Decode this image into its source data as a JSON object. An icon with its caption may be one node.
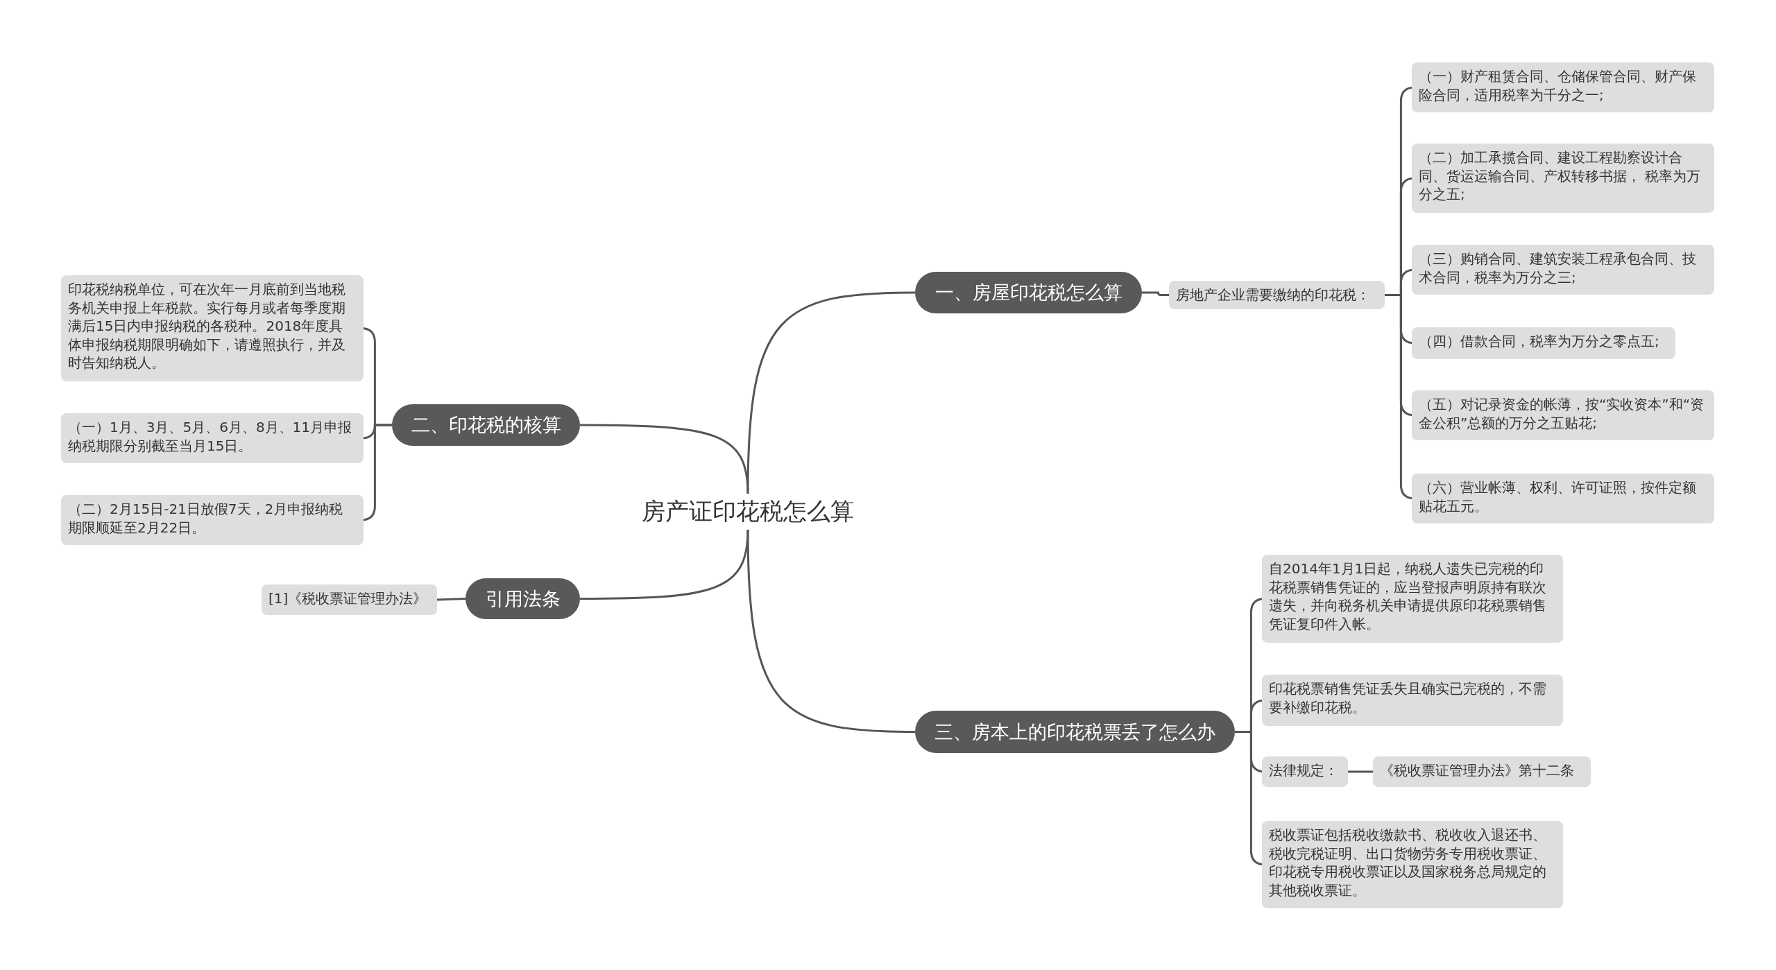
{
  "diagram": {
    "nodes": [
      {
        "text": [
          "房产证印花税怎么算"
        ]
      },
      {
        "text": [
          "一、房屋印花税怎么算"
        ]
      },
      {
        "text": [
          "房地产企业需要缴纳的印花税："
        ]
      },
      {
        "text": [
          "（一）财产租赁合同、仓储保管合同、财产保险合同，适用税率为千分之一;"
        ]
      },
      {
        "text": [
          "（二）加工承揽合同、建设工程勘察设计合同、货运运输合同、产权转移书据， 税率为万分之五;"
        ]
      },
      {
        "text": [
          "（三）购销合同、建筑安装工程承包合同、技术合同，税率为万分之三;"
        ]
      },
      {
        "text": [
          "（四）借款合同，税率为万分之零点五;"
        ]
      },
      {
        "text": [
          "（五）对记录资金的帐薄，按“实收资本”和“资金公积”总额的万分之五贴花;"
        ]
      },
      {
        "text": [
          "（六）营业帐薄、权利、许可证照，按件定额贴花五元。"
        ]
      },
      {
        "text": [
          "二、印花税的核算"
        ]
      },
      {
        "text": [
          "印花税纳税单位，可在次年一月底前到当地税务机关申报上年税款。实行每月或者每季度期满后15日内申报纳税的各税种。2018年度具体申报纳税期限明确如下，请遵照执行，并及时告知纳税人。"
        ]
      },
      {
        "text": [
          "（一）1月、3月、5月、6月、8月、11月申报纳税期限分别截至当月15日。"
        ]
      },
      {
        "text": [
          "（二）2月15日-21日放假7天，2月申报纳税期限顺延至2月22日。"
        ]
      },
      {
        "text": [
          "引用法条"
        ]
      },
      {
        "text": [
          "[1]《税收票证管理办法》"
        ]
      },
      {
        "text": [
          "三、房本上的印花税票丢了怎么办"
        ]
      },
      {
        "text": [
          "自2014年1月1日起，纳税人遗失已完税的印花税票销售凭证的，应当登报声明原持有联次遗失，并向税务机关申请提供原印花税票销售凭证复印件入帐。"
        ]
      },
      {
        "text": [
          "印花税票销售凭证丢失且确实已完税的，不需要补缴印花税。"
        ]
      },
      {
        "text": [
          "法律规定："
        ]
      },
      {
        "text": [
          "《税收票证管理办法》第十二条"
        ]
      },
      {
        "text": [
          "税收票证包括税收缴款书、税收收入退还书、税收完税证明、出口货物劳务专用税收票证、印花税专用税收票证以及国家税务总局规定的其他税收票证。"
        ]
      }
    ],
    "edges": [
      {
        "from": 0,
        "to": 1,
        "arrow": "none"
      },
      {
        "from": 1,
        "to": 2,
        "arrow": "none"
      },
      {
        "from": 2,
        "to": 3,
        "arrow": "none"
      },
      {
        "from": 2,
        "to": 4,
        "arrow": "none"
      },
      {
        "from": 2,
        "to": 5,
        "arrow": "none"
      },
      {
        "from": 2,
        "to": 6,
        "arrow": "none"
      },
      {
        "from": 2,
        "to": 7,
        "arrow": "none"
      },
      {
        "from": 2,
        "to": 8,
        "arrow": "none"
      },
      {
        "from": 0,
        "to": 9,
        "arrow": "none"
      },
      {
        "from": 9,
        "to": 10,
        "arrow": "none"
      },
      {
        "from": 9,
        "to": 11,
        "arrow": "none"
      },
      {
        "from": 9,
        "to": 12,
        "arrow": "none"
      },
      {
        "from": 0,
        "to": 13,
        "arrow": "none"
      },
      {
        "from": 13,
        "to": 14,
        "arrow": "none"
      },
      {
        "from": 0,
        "to": 15,
        "arrow": "none"
      },
      {
        "from": 15,
        "to": 16,
        "arrow": "none"
      },
      {
        "from": 15,
        "to": 17,
        "arrow": "none"
      },
      {
        "from": 15,
        "to": 18,
        "arrow": "none"
      },
      {
        "from": 18,
        "to": 19,
        "arrow": "none"
      },
      {
        "from": 15,
        "to": 20,
        "arrow": "none"
      }
    ]
  }
}
